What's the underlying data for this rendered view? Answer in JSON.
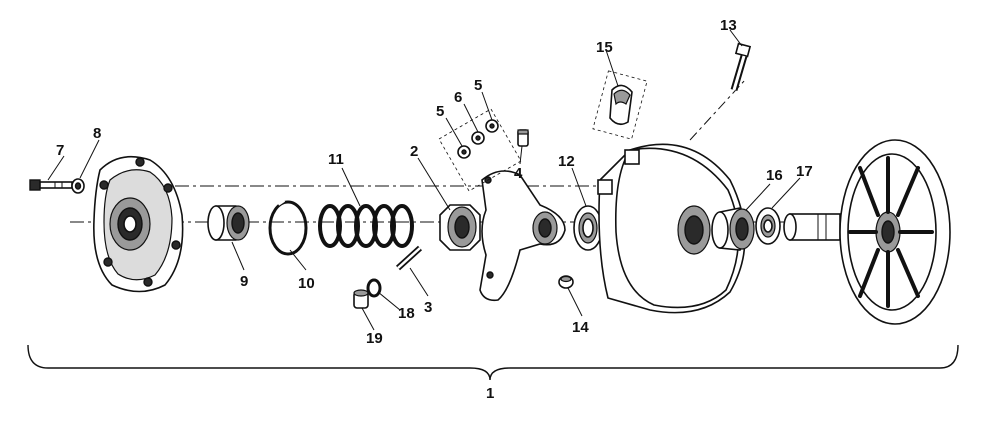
{
  "callouts": {
    "c1": "1",
    "c2": "2",
    "c3": "3",
    "c4": "4",
    "c5a": "5",
    "c5b": "5",
    "c6": "6",
    "c7": "7",
    "c8": "8",
    "c9": "9",
    "c10": "10",
    "c11": "11",
    "c12": "12",
    "c13": "13",
    "c14": "14",
    "c15": "15",
    "c16": "16",
    "c17": "17",
    "c18": "18",
    "c19": "19"
  }
}
